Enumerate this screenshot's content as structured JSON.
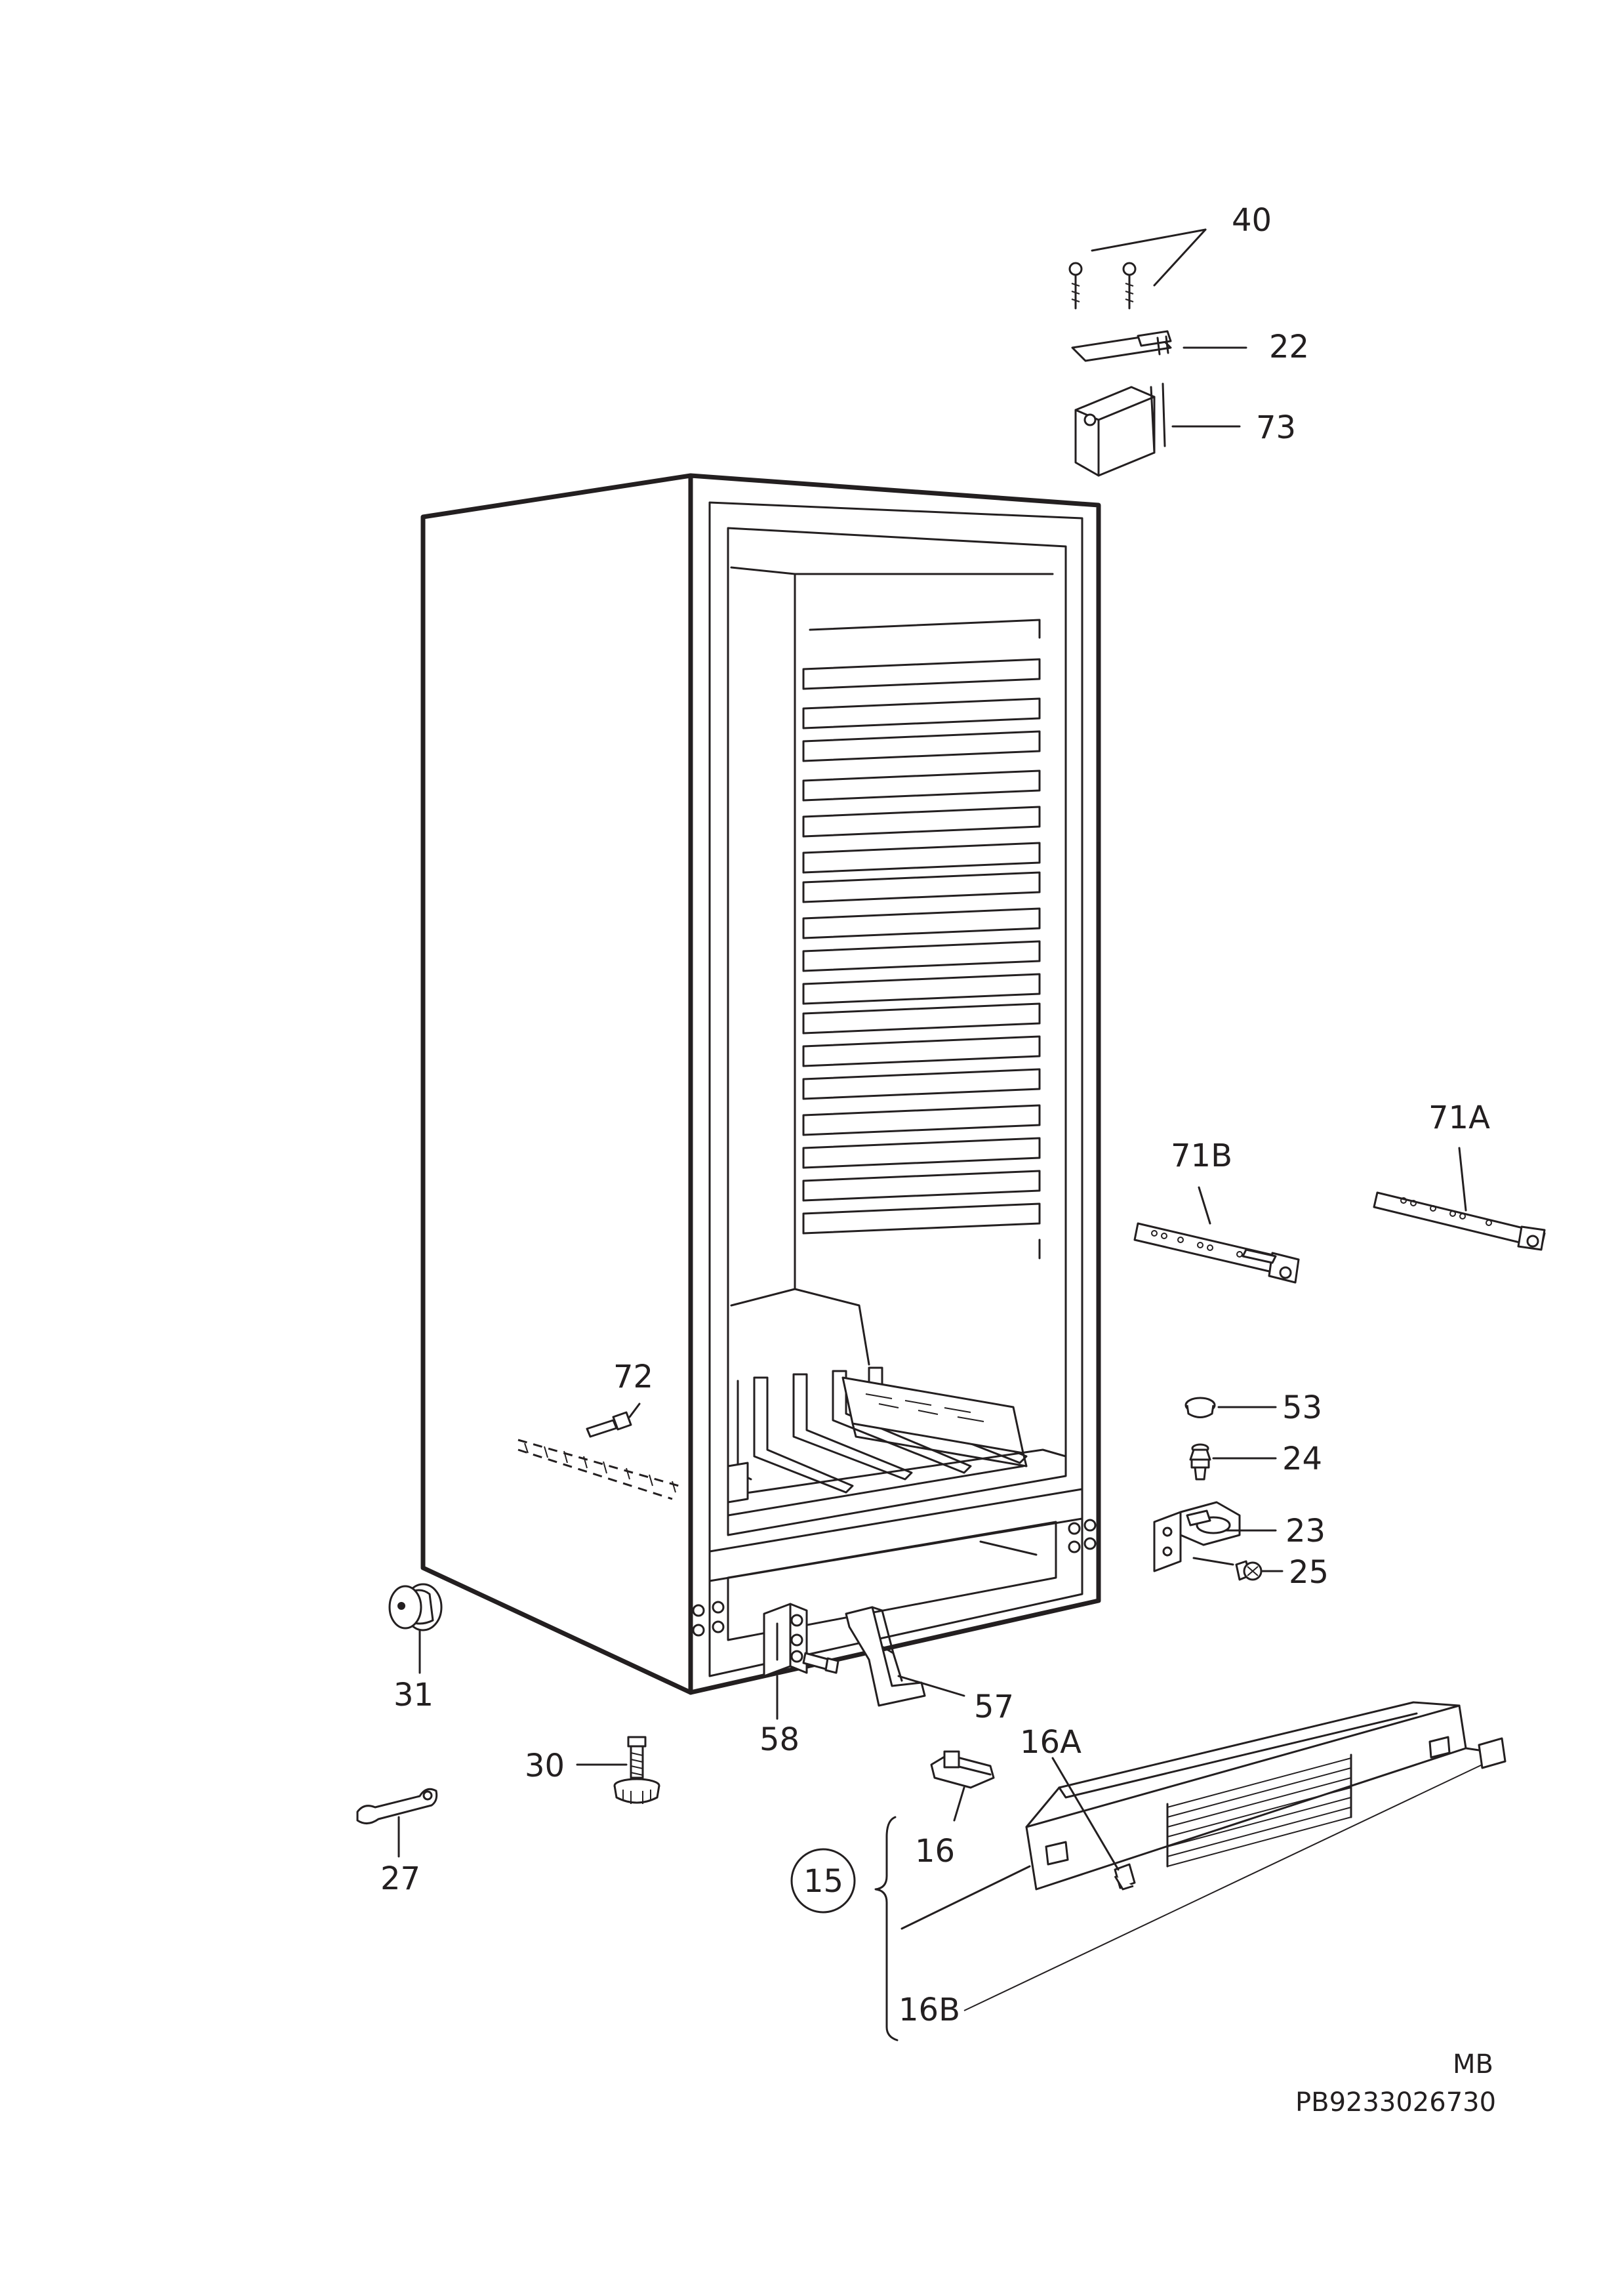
{
  "labels": {
    "p40": "40",
    "p22": "22",
    "p73": "73",
    "p71A": "71A",
    "p71B": "71B",
    "p72": "72",
    "p53": "53",
    "p24": "24",
    "p23": "23",
    "p25": "25",
    "p31": "31",
    "p57": "57",
    "p58": "58",
    "p30": "30",
    "p16A": "16A",
    "p16": "16",
    "p27": "27",
    "p15": "15",
    "p16B": "16B"
  },
  "footer": {
    "code": "MB",
    "ref": "PB9233026730"
  }
}
